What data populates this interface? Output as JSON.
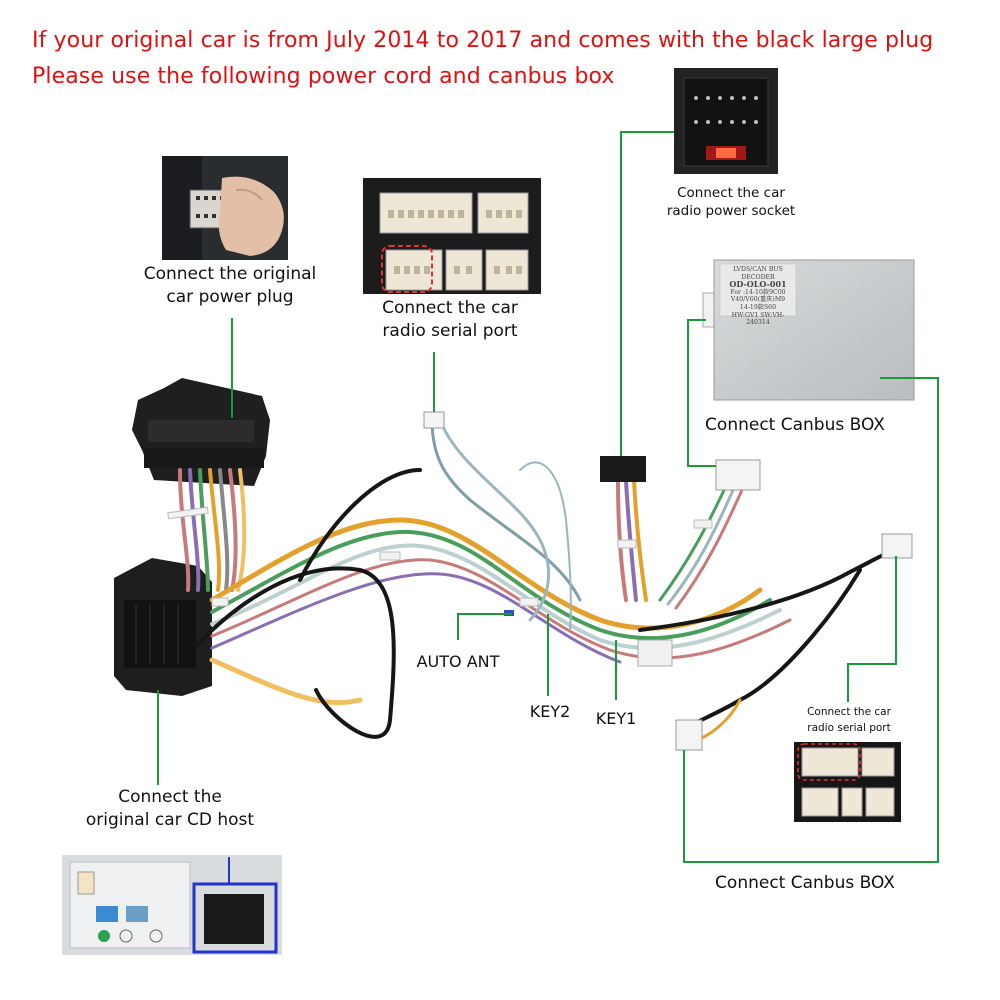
{
  "header": {
    "line1": "If your original car is from July 2014 to 2017 and comes with the black large plug",
    "line2": "Please use the following power cord and canbus box"
  },
  "labels": {
    "power_plug": [
      "Connect the original",
      "car power plug"
    ],
    "serial_port": [
      "Connect the car",
      "radio serial port"
    ],
    "power_socket": [
      "Connect the car",
      "radio power socket"
    ],
    "canbus_box_top": "Connect Canbus BOX",
    "auto_ant": "AUTO ANT",
    "key2": "KEY2",
    "key1": "KEY1",
    "cd_host": [
      "Connect the",
      "original car CD host"
    ],
    "serial_port_small": [
      "Connect the car",
      "radio serial port"
    ],
    "canbus_box_bottom": "Connect Canbus BOX"
  },
  "canbus_box": {
    "lines": [
      "LVDS/CAN BUS DECODER",
      "OD-OLO-001",
      "For :14-10款9C00",
      "V40/V60(重庆)M9",
      "14-19款S60",
      "HW:GV1  SW:VH-240314"
    ]
  },
  "colors": {
    "header_text": "#e01010",
    "callout_line": "#1a9a3a",
    "highlight_box": "#2233cc",
    "dashed_highlight": "#e03030"
  }
}
